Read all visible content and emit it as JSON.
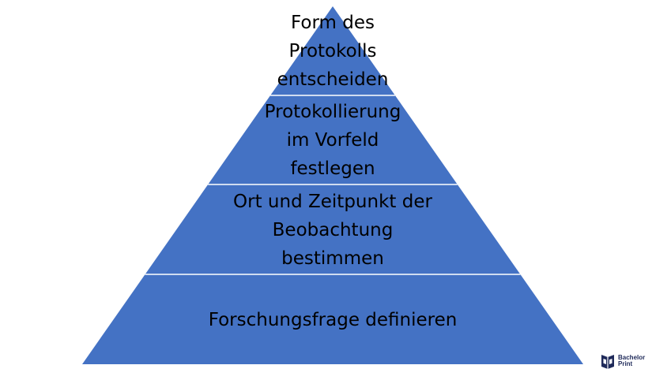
{
  "diagram": {
    "fill_color": "#4472c4",
    "divider_color": "#ffffff",
    "text_color": "#000000",
    "tiers": [
      {
        "lines": [
          "Form des",
          "Protokolls",
          "entscheiden"
        ]
      },
      {
        "lines": [
          "Protokollierung",
          "im Vorfeld",
          "festlegen"
        ]
      },
      {
        "lines": [
          "Ort und Zeitpunkt der",
          "Beobachtung",
          "bestimmen"
        ]
      },
      {
        "lines": [
          "Forschungsfrage definieren"
        ]
      }
    ]
  },
  "logo": {
    "icon": "bachelorprint-book-icon",
    "line1": "Bachelor",
    "line2": "Print",
    "color": "#1f2a5a"
  }
}
